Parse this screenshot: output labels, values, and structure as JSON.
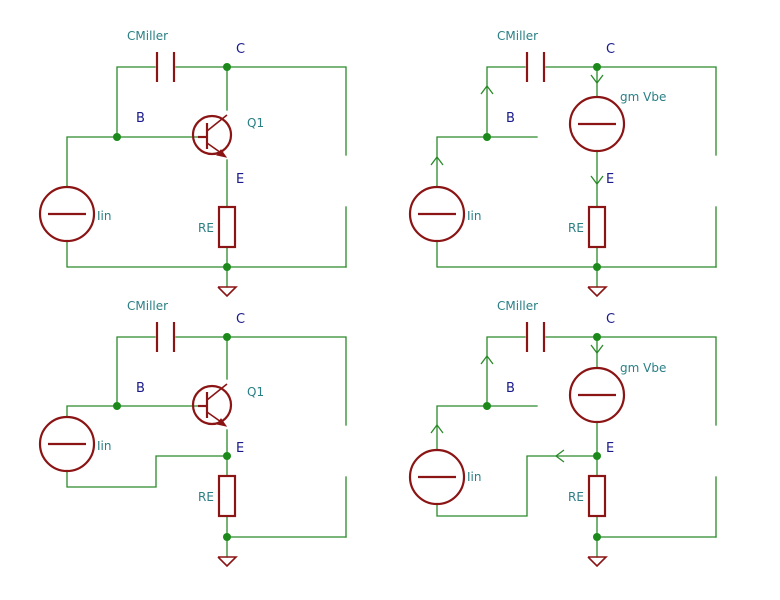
{
  "colors": {
    "wire": "#2a8a2a",
    "component": "#8b1414",
    "junction": "#1b8a1b",
    "ref_label": "#2a7f85",
    "node_label": "#1a1a8a",
    "background": "#ffffff"
  },
  "labels": {
    "capacitor": "CMiller",
    "transistor": "Q1",
    "current_source_input": "Iin",
    "current_source_gm": "gm Vbe",
    "resistor": "RE",
    "node_c": "C",
    "node_b": "B",
    "node_e": "E"
  },
  "panels": [
    {
      "id": "top-left",
      "variant": "transistor"
    },
    {
      "id": "top-right",
      "variant": "small-signal"
    },
    {
      "id": "bottom-left",
      "variant": "transistor-feedback"
    },
    {
      "id": "bottom-right",
      "variant": "small-signal-feedback"
    }
  ]
}
